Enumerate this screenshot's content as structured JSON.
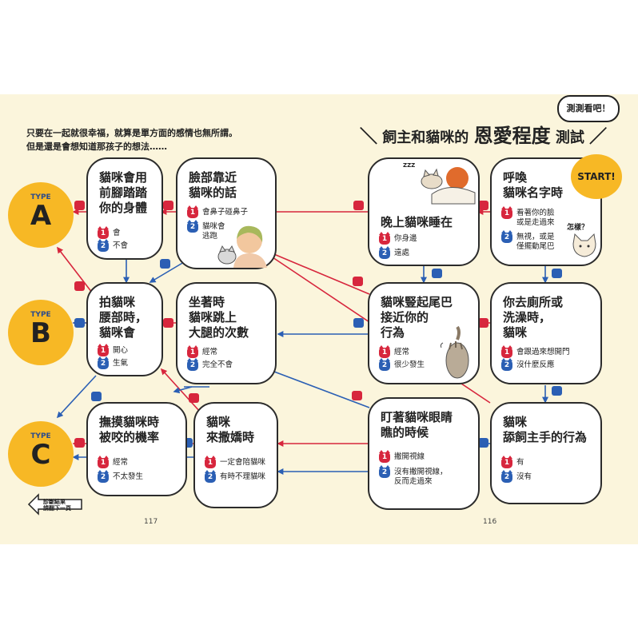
{
  "intro": {
    "line1": "只要在一起就很幸福，就算是單方面的感情也無所謂。",
    "line2": "但是還是會想知道那孩子的想法……"
  },
  "title": {
    "prefix": "飼主和貓咪的",
    "highlight": "恩愛程度",
    "suffix": "測試"
  },
  "bubble": "測測看吧！",
  "start": "START!",
  "types": [
    {
      "label": "TYPE",
      "letter": "A"
    },
    {
      "label": "TYPE",
      "letter": "B"
    },
    {
      "label": "TYPE",
      "letter": "C"
    }
  ],
  "questions": {
    "q_front_paws": {
      "title": "貓咪會用\n前腳踏踏\n你的身體",
      "opt1": "會",
      "opt2": "不會"
    },
    "q_face_close": {
      "title": "臉部靠近\n貓咪的話",
      "opt1": "會鼻子碰鼻子",
      "opt2": "貓咪會\n逃跑"
    },
    "q_sleep": {
      "title": "晚上貓咪睡在",
      "opt1": "你身邊",
      "opt2": "遠處"
    },
    "q_call_name": {
      "title": "呼喚\n貓咪名字時",
      "opt1": "看著你的臉\n或是走過來",
      "opt2": "無視，或是\n僅擺動尾巴"
    },
    "q_pet_back": {
      "title": "拍貓咪\n腰部時，\n貓咪會",
      "opt1": "開心",
      "opt2": "生氣"
    },
    "q_lap": {
      "title": "坐著時\n貓咪跳上\n大腿的次數",
      "opt1": "經常",
      "opt2": "完全不會"
    },
    "q_tail": {
      "title": "貓咪豎起尾巴\n接近你的\n行為",
      "opt1": "經常",
      "opt2": "很少發生"
    },
    "q_toilet": {
      "title": "你去廁所或\n洗澡時，\n貓咪",
      "opt1": "會跟過來想開門",
      "opt2": "沒什麼反應"
    },
    "q_bite": {
      "title": "撫摸貓咪時\n被咬的機率",
      "opt1": "經常",
      "opt2": "不太發生"
    },
    "q_spoiled": {
      "title": "貓咪\n來撒嬌時",
      "opt1": "一定會陪貓咪",
      "opt2": "有時不理貓咪"
    },
    "q_stare": {
      "title": "盯著貓咪眼睛\n瞧的時候",
      "opt1": "撇開視線",
      "opt2": "沒有撇開視線，\n反而走過來"
    },
    "q_lick": {
      "title": "貓咪\n舔飼主手的行為",
      "opt1": "有",
      "opt2": "沒有"
    }
  },
  "badges": {
    "one": "1",
    "two": "2"
  },
  "cat_speech": "怎樣？",
  "sleep_sound": "ZZZ",
  "back_arrow": "診斷結果\n請翻下一頁",
  "page_left": "117",
  "page_right": "116",
  "colors": {
    "red": "#d7263d",
    "blue": "#2b5fb4",
    "yellow": "#f7b825",
    "page_bg": "#fbf5dc"
  }
}
